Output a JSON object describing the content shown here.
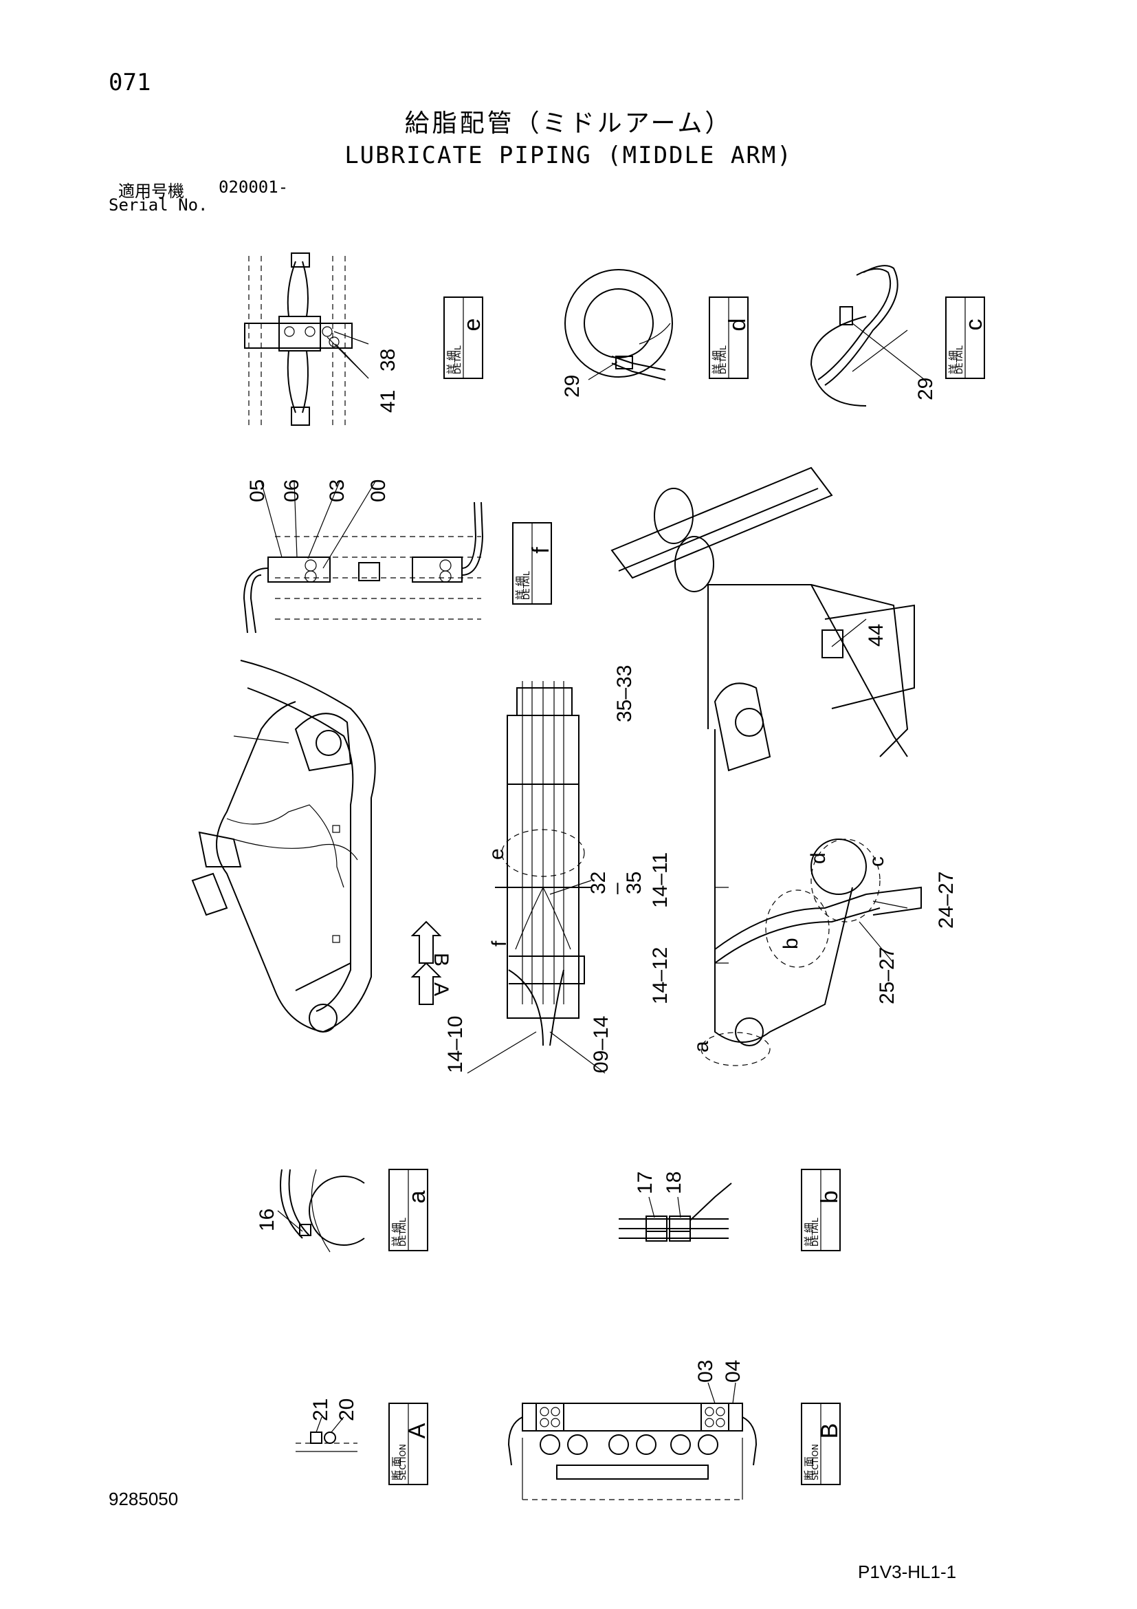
{
  "header": {
    "page_number": "071",
    "title_jp": "給脂配管（ミドルアーム）",
    "title_en": "LUBRICATE PIPING (MIDDLE ARM)",
    "serial_label_jp": "適用号機",
    "serial_value": "020001-",
    "serial_label_en": "Serial No."
  },
  "detail_boxes": [
    {
      "letter": "e",
      "kind_jp": "詳 細",
      "kind_en": "DETAIL"
    },
    {
      "letter": "d",
      "kind_jp": "詳 細",
      "kind_en": "DETAIL"
    },
    {
      "letter": "c",
      "kind_jp": "詳 細",
      "kind_en": "DETAIL"
    },
    {
      "letter": "f",
      "kind_jp": "詳 細",
      "kind_en": "DETAIL"
    },
    {
      "letter": "a",
      "kind_jp": "詳 細",
      "kind_en": "DETAIL"
    },
    {
      "letter": "b",
      "kind_jp": "詳 細",
      "kind_en": "DETAIL"
    },
    {
      "letter": "A",
      "kind_jp": "断 面",
      "kind_en": "SECTION"
    },
    {
      "letter": "B",
      "kind_jp": "断 面",
      "kind_en": "SECTION"
    }
  ],
  "section_arrows": [
    "A",
    "B"
  ],
  "part_callouts": {
    "detail_e": [
      "38",
      "41"
    ],
    "detail_d": [
      "29"
    ],
    "detail_c": [
      "29"
    ],
    "detail_f": [
      "05",
      "06",
      "03",
      "00"
    ],
    "right_view": [
      "44",
      "35\n|\n33",
      "14\n|\n11",
      "14\n|\n12",
      "24\n|\n27",
      "25\n|\n27",
      "a",
      "b",
      "c",
      "d"
    ],
    "center_view": [
      "32\n|\n35",
      "14\n|\n10",
      "09\n|\n14",
      "e",
      "f"
    ],
    "detail_a": [
      "16"
    ],
    "detail_b": [
      "17",
      "18"
    ],
    "section_A": [
      "21",
      "20"
    ],
    "section_B": [
      "03",
      "04"
    ]
  },
  "footer": {
    "document_number": "9285050",
    "sheet_code": "P1V3-HL1-1"
  }
}
